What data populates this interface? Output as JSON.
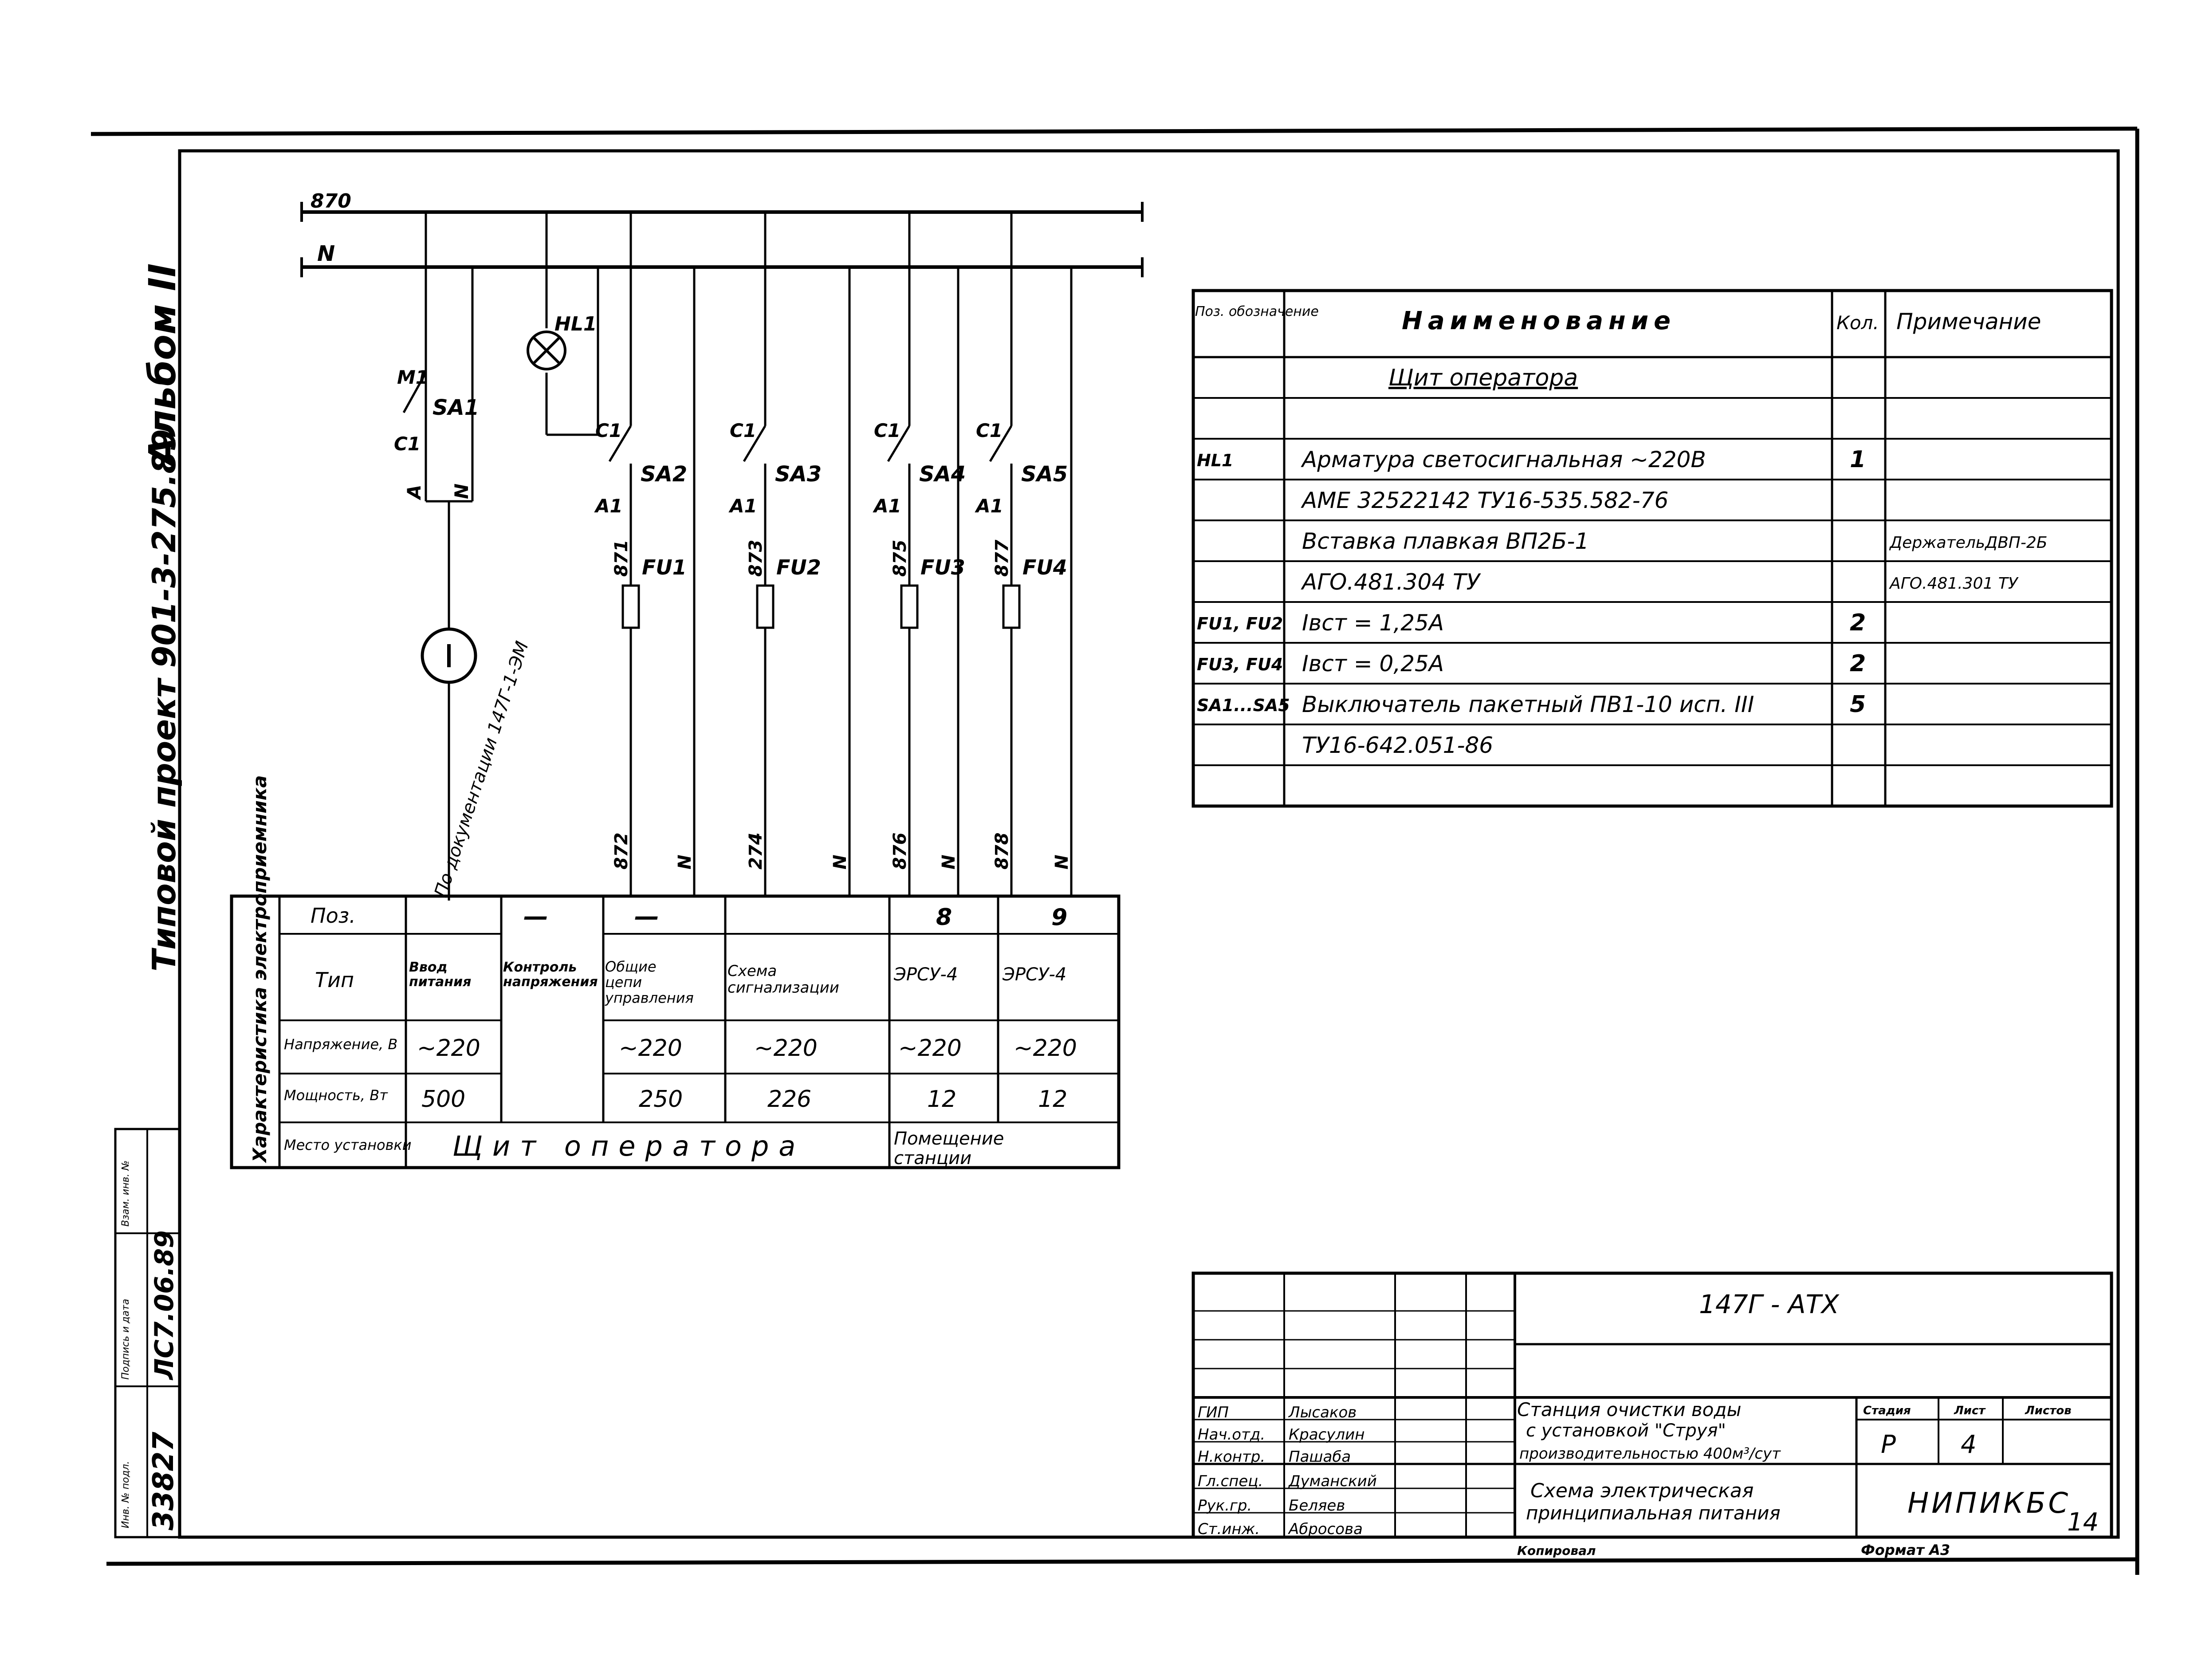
{
  "side": {
    "album": "Альбом II",
    "project": "Типовой проект 901-3-275.89"
  },
  "stamp_left": {
    "headers": [
      "Инв. № подл.",
      "Подпись и дата",
      "Взам. инв. №"
    ],
    "inv_no": "33827",
    "sign_date": "ЛС7.06.89"
  },
  "bus": {
    "l1": "870",
    "n": "N"
  },
  "lamp_label": "HL1",
  "input_branch": {
    "top": "M1",
    "switch": "SA1",
    "bottom": "C1",
    "wires": [
      "A",
      "N"
    ],
    "note": "По документации 147Г-1-ЭМ"
  },
  "branches": [
    {
      "top": "C1",
      "switch": "SA2",
      "bottom": "A1",
      "wire": "871",
      "fuse": "FU1",
      "out": [
        "872",
        "N"
      ]
    },
    {
      "top": "C1",
      "switch": "SA3",
      "bottom": "A1",
      "wire": "873",
      "fuse": "FU2",
      "out": [
        "274",
        "N"
      ]
    },
    {
      "top": "C1",
      "switch": "SA4",
      "bottom": "A1",
      "wire": "875",
      "fuse": "FU3",
      "out": [
        "876",
        "N"
      ]
    },
    {
      "top": "C1",
      "switch": "SA5",
      "bottom": "A1",
      "wire": "877",
      "fuse": "FU4",
      "out": [
        "878",
        "N"
      ]
    }
  ],
  "char_table": {
    "side_label": "Характеристика электроприемника",
    "rows": [
      "Поз.",
      "Тип",
      "Напряжение, В",
      "Мощность, Вт",
      "Место установки"
    ],
    "pos": [
      "",
      "",
      "—",
      "—",
      "8",
      "9"
    ],
    "type": [
      "Ввод питания",
      "Контроль напряжения",
      "Общие цепи управления",
      "Схема сигнализации",
      "ЭРСУ-4",
      "ЭРСУ-4"
    ],
    "voltage": [
      "~220",
      "",
      "~220",
      "~220",
      "~220",
      "~220"
    ],
    "power": [
      "500",
      "",
      "250",
      "226",
      "12",
      "12"
    ],
    "place_a": "Щит оператора",
    "place_b": "Помещение станции"
  },
  "spec_table": {
    "headers": [
      "Поз. обозначение",
      "Наименование",
      "Кол.",
      "Примечание"
    ],
    "rows": [
      [
        "",
        "Щит оператора",
        "",
        ""
      ],
      [
        "",
        "",
        "",
        ""
      ],
      [
        "HL1",
        "Арматура светосигнальная ~220В",
        "1",
        ""
      ],
      [
        "",
        "АМЕ 32522142 ТУ16-535.582-76",
        "",
        ""
      ],
      [
        "",
        "Вставка плавкая ВП2Б-1",
        "",
        "ДержательДВП-2Б"
      ],
      [
        "",
        "АГО.481.304 ТУ",
        "",
        "АГО.481.301 ТУ"
      ],
      [
        "FU1, FU2",
        "Iвст = 1,25А",
        "2",
        ""
      ],
      [
        "FU3, FU4",
        "Iвст = 0,25А",
        "2",
        ""
      ],
      [
        "SA1...SA5",
        "Выключатель пакетный ПВ1-10 исп. III",
        "5",
        ""
      ],
      [
        "",
        "ТУ16-642.051-86",
        "",
        ""
      ],
      [
        "",
        "",
        "",
        ""
      ]
    ]
  },
  "title_block": {
    "code": "147Г - АТХ",
    "roles": [
      "ГИП",
      "Нач.отд.",
      "Н.контр.",
      "Гл.спец.",
      "Рук.гр.",
      "Ст.инж."
    ],
    "names": [
      "Лысаков",
      "Красулин",
      "Пашаба",
      "Думанский",
      "Беляев",
      "Абросова"
    ],
    "object": [
      "Станция очистки воды",
      "с установкой \"Струя\"",
      "производительностью 400м³/сут"
    ],
    "drawing": [
      "Схема электрическая",
      "принципиальная питания"
    ],
    "stage_h": "Стадия",
    "sheet_h": "Лист",
    "sheets_h": "Листов",
    "stage": "Р",
    "sheet": "4",
    "org": "НИПИКБС"
  },
  "footer": {
    "copied": "Копировал",
    "format": "Формат А3",
    "page": "14"
  }
}
